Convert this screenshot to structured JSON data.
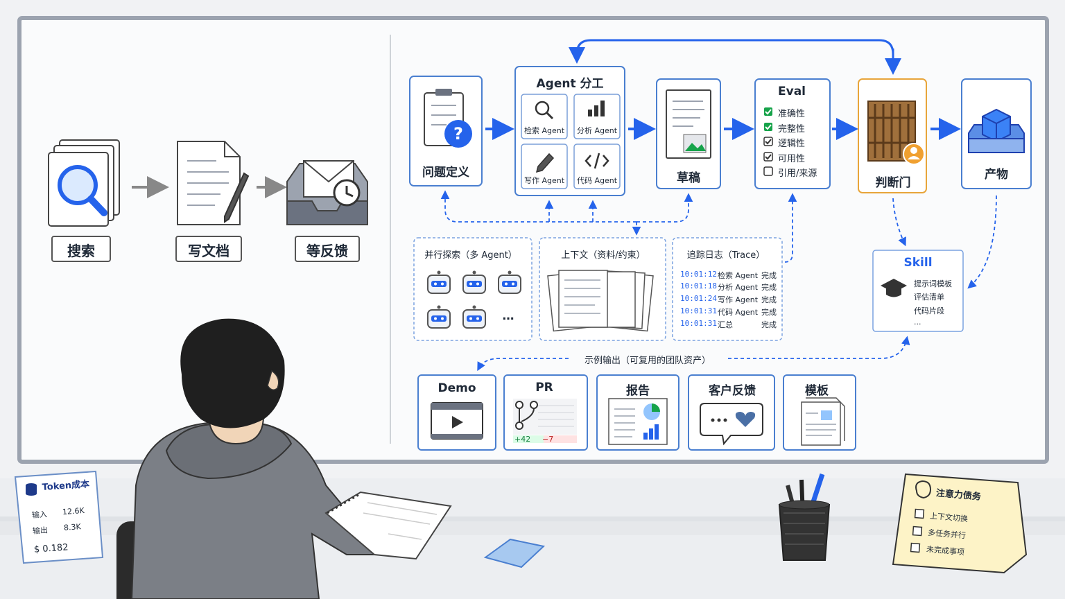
{
  "left_flow": {
    "steps": [
      {
        "label": "搜索",
        "icon": "magnifier-documents-icon"
      },
      {
        "label": "写文档",
        "icon": "document-pen-icon"
      },
      {
        "label": "等反馈",
        "icon": "inbox-clock-icon"
      }
    ]
  },
  "pipeline": {
    "problem": {
      "label": "问题定义",
      "icon": "clipboard-question-icon"
    },
    "agent_division": {
      "title": "Agent 分工",
      "agents": [
        {
          "label": "检索 Agent",
          "icon": "search-icon"
        },
        {
          "label": "分析 Agent",
          "icon": "bar-chart-icon"
        },
        {
          "label": "写作 Agent",
          "icon": "pencil-icon"
        },
        {
          "label": "代码 Agent",
          "icon": "code-icon"
        }
      ]
    },
    "draft": {
      "label": "草稿",
      "icon": "draft-document-icon"
    },
    "eval": {
      "title": "Eval",
      "items": [
        {
          "label": "准确性",
          "checked": true
        },
        {
          "label": "完整性",
          "checked": true
        },
        {
          "label": "逻辑性",
          "checked": true
        },
        {
          "label": "可用性",
          "checked": true
        },
        {
          "label": "引用/来源",
          "checked": false
        }
      ]
    },
    "gate": {
      "label": "判断门",
      "icon": "gate-person-icon"
    },
    "output": {
      "label": "产物",
      "icon": "cube-tray-icon"
    }
  },
  "parallel": {
    "title": "并行探索（多 Agent）",
    "more": "…"
  },
  "context": {
    "title": "上下文（资料/约束）"
  },
  "trace": {
    "title": "追踪日志（Trace）",
    "rows": [
      {
        "time": "10:01:12",
        "agent": "检索 Agent",
        "status": "完成"
      },
      {
        "time": "10:01:18",
        "agent": "分析 Agent",
        "status": "完成"
      },
      {
        "time": "10:01:24",
        "agent": "写作 Agent",
        "status": "完成"
      },
      {
        "time": "10:01:31",
        "agent": "代码 Agent",
        "status": "完成"
      },
      {
        "time": "10:01:31",
        "agent": "汇总",
        "status": "完成"
      }
    ]
  },
  "skill": {
    "title": "Skill",
    "items": [
      "提示词模板",
      "评估清单",
      "代码片段",
      "..."
    ]
  },
  "examples": {
    "title": "示例输出（可复用的团队资产）",
    "cards": [
      {
        "label": "Demo",
        "icon": "video-player-icon"
      },
      {
        "label": "PR",
        "icon": "git-branch-icon",
        "plus": "+42",
        "minus": "−7"
      },
      {
        "label": "报告",
        "icon": "report-chart-icon"
      },
      {
        "label": "客户反馈",
        "icon": "chat-heart-icon"
      },
      {
        "label": "模板",
        "icon": "template-document-icon"
      }
    ]
  },
  "token_card": {
    "title": "Token成本",
    "rows": [
      {
        "label": "输入",
        "value": "12.6K"
      },
      {
        "label": "输出",
        "value": "8.3K"
      }
    ],
    "cost": "$ 0.182"
  },
  "attention_card": {
    "title": "注意力债务",
    "items": [
      "上下文切换",
      "多任务并行",
      "未完成事项"
    ]
  },
  "colors": {
    "accent": "#2563eb",
    "gate": "#e8a53a",
    "check_green": "#16a34a",
    "whiteboard_frame": "#9ca3af"
  }
}
